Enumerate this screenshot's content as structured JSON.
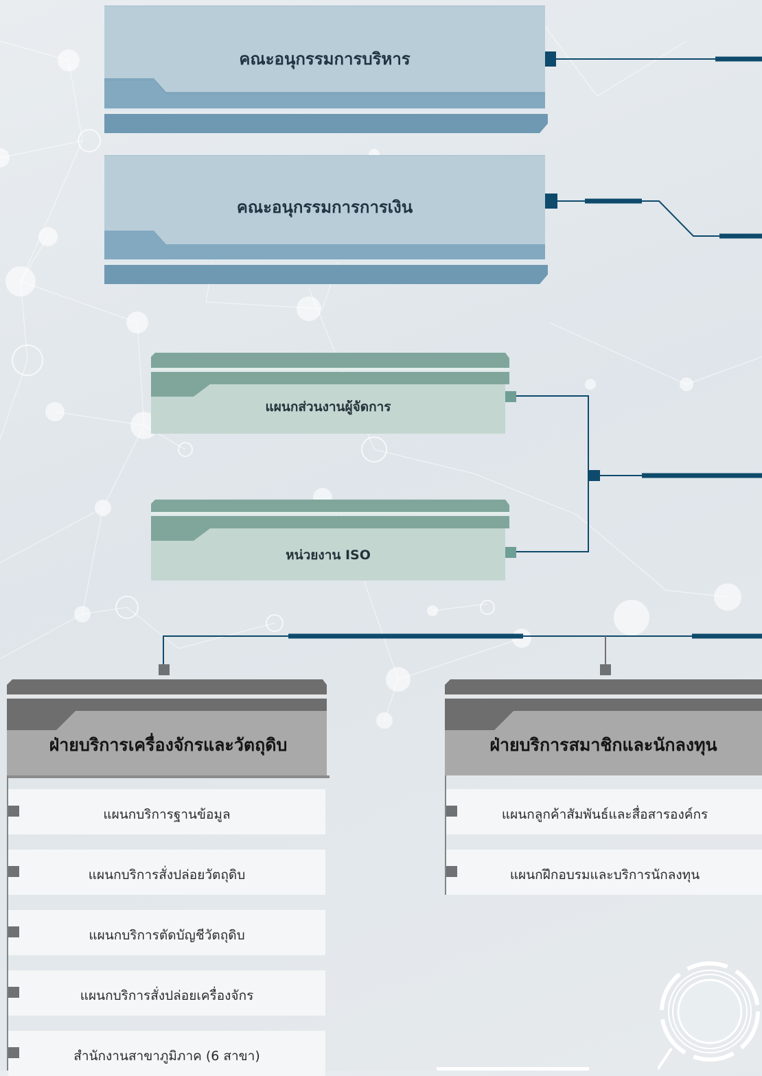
{
  "committees": [
    {
      "label": "คณะอนุกรรมการบริหาร"
    },
    {
      "label": "คณะอนุกรรมการการเงิน"
    }
  ],
  "units": [
    {
      "label": "แผนกส่วนงานผู้จัดการ"
    },
    {
      "label": "หน่วยงาน ISO"
    }
  ],
  "divisions": [
    {
      "title": "ฝ่ายบริการเครื่องจักรและวัตถุดิบ",
      "departments": [
        "แผนกบริการฐานข้อมูล",
        "แผนกบริการสั่งปล่อยวัตถุดิบ",
        "แผนกบริการตัดบัญชีวัตถุดิบ",
        "แผนกบริการสั่งปล่อยเครื่องจักร",
        "สำนักงานสาขาภูมิภาค (6 สาขา)"
      ]
    },
    {
      "title": "ฝ่ายบริการสมาชิกและนักลงทุน",
      "departments": [
        "แผนกลูกค้าสัมพันธ์และสื่อสารองค์กร",
        "แผนกฝึกอบรมและบริการนักลงทุน"
      ]
    }
  ],
  "colors": {
    "connector": "#0e4a6b",
    "committee_face": "#b9cdd9",
    "committee_band": "#7fa6bd",
    "unit_face": "#c3d6d0",
    "unit_band": "#80a69b",
    "division_face": "#a9a9a9",
    "division_band": "#6e6e6e",
    "marker": "#6f7274"
  }
}
